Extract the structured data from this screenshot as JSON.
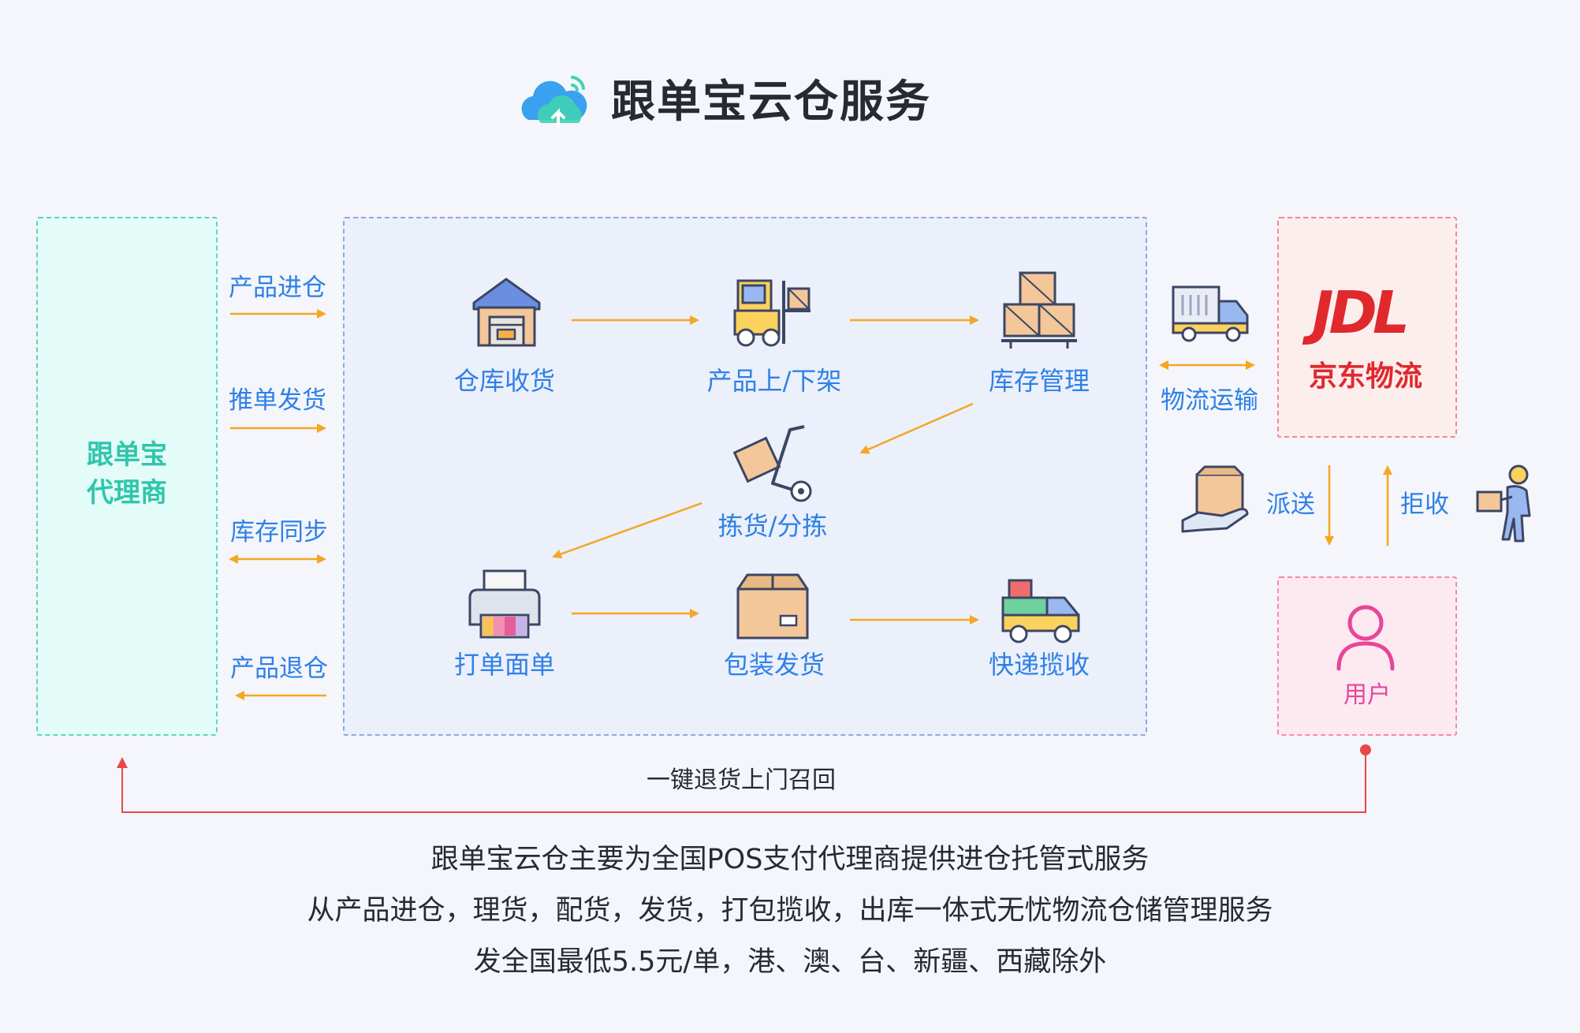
{
  "header": {
    "title": "跟单宝云仓服务",
    "logo_icon": "cloud-upload-signal-icon"
  },
  "agent": {
    "line1": "跟单宝",
    "line2": "代理商"
  },
  "flows": {
    "product_in": "产品进仓",
    "push_order": "推单发货",
    "stock_sync": "库存同步",
    "product_return": "产品退仓"
  },
  "warehouse_steps": {
    "receive": "仓库收货",
    "shelve": "产品上/下架",
    "inventory": "库存管理",
    "pick": "拣货/分拣",
    "print": "打单面单",
    "pack": "包装发货",
    "courier": "快递揽收"
  },
  "logistics": {
    "transport_label": "物流运输",
    "carrier_logo": "JDL",
    "carrier_name": "京东物流",
    "deliver_label": "派送",
    "reject_label": "拒收",
    "user_label": "用户"
  },
  "return_flow": {
    "label": "一键退货上门召回"
  },
  "footer": {
    "line1": "跟单宝云仓主要为全国POS支付代理商提供进仓托管式服务",
    "line2": "从产品进仓，理货，配货，发货，打包揽收，出库一体式无忧物流仓储管理服务",
    "line3": "发全国最低5.5元/单，港、澳、台、新疆、西藏除外"
  },
  "colors": {
    "flow_arrow": "#f5a623",
    "return_line": "#e94848",
    "text_blue": "#2f80e6",
    "agent_teal": "#2fc6ac",
    "jdl_red": "#e0292d",
    "user_pink": "#e8459b"
  }
}
